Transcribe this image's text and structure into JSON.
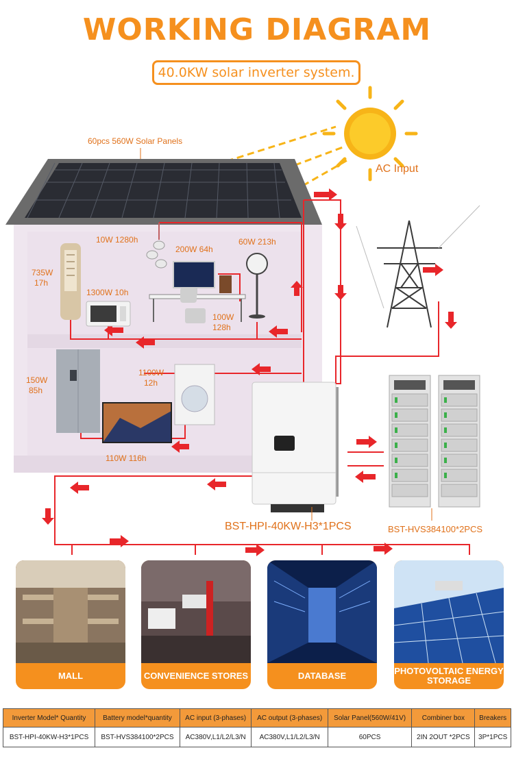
{
  "title": "WORKING DIAGRAM",
  "subtitle": "40.0KW solar inverter system.",
  "labels": {
    "solar_panels": "60pcs 560W Solar Panels",
    "ac_input": "AC Input",
    "lights": "10W 1280h",
    "computer": "200W 64h",
    "fan": "60W 213h",
    "ac_unit_w": "735W",
    "ac_unit_h": "17h",
    "microwave": "1300W 10h",
    "speaker_w": "100W",
    "speaker_h": "128h",
    "washer_w": "1100W",
    "washer_h": "12h",
    "fridge_w": "150W",
    "fridge_h": "85h",
    "tv": "110W 116h",
    "inverter_model": "BST-HPI-40KW-H3*1PCS",
    "battery_model": "BST-HVS384100*2PCS"
  },
  "cards": [
    {
      "caption": "MALL"
    },
    {
      "caption": "CONVENIENCE STORES"
    },
    {
      "caption": "DATABASE"
    },
    {
      "caption": "PHOTOVOLTAIC ENERGY STORAGE"
    }
  ],
  "table": {
    "headers": [
      "Inverter Model* Quantity",
      "Battery model*quantity",
      "AC input (3-phases)",
      "AC output (3-phases)",
      "Solar Panel(560W/41V)",
      "Combiner box",
      "Breakers"
    ],
    "row": [
      "BST-HPI-40KW-H3*1PCS",
      "BST-HVS384100*2PCS",
      "AC380V,L1/L2/L3/N",
      "AC380V,L1/L2/L3/N",
      "60PCS",
      "2IN 2OUT *2PCS",
      "3P*1PCS"
    ]
  },
  "colors": {
    "accent": "#f5901e",
    "wire": "#e8262a",
    "house": "#efe6ef"
  }
}
